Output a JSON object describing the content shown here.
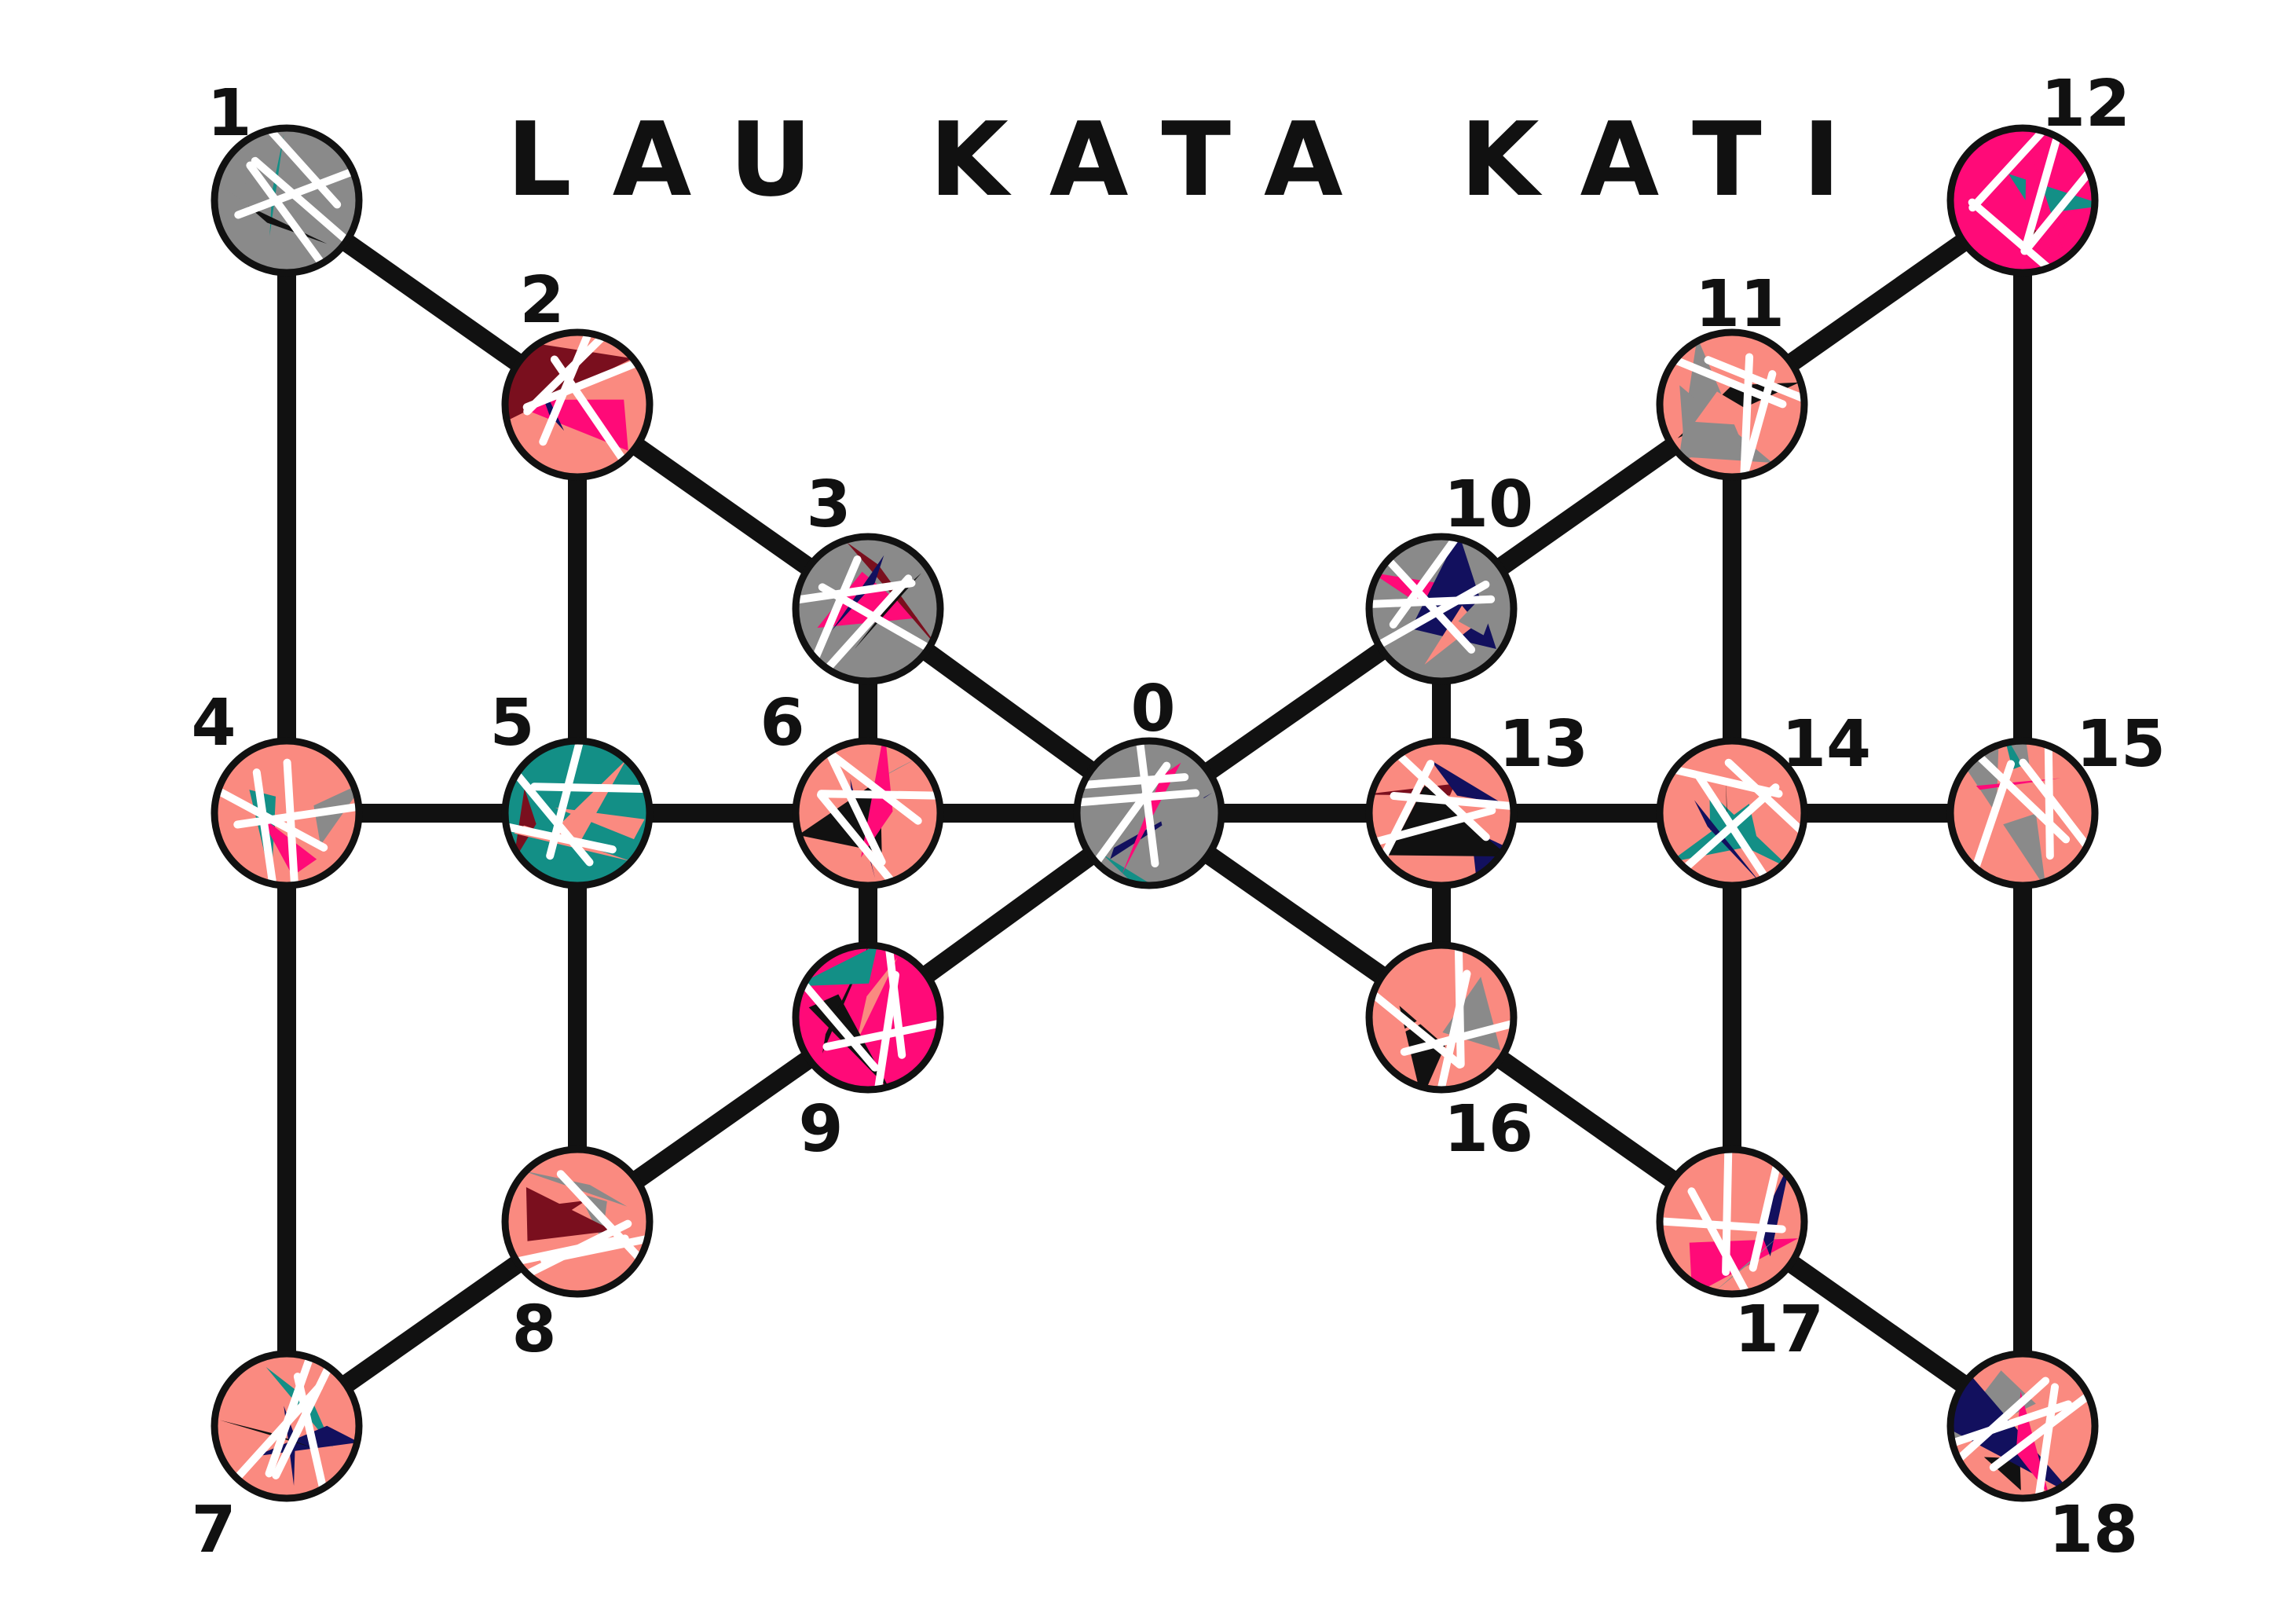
{
  "title": "LAU KATA KATI",
  "colors": {
    "line": "#111111",
    "background": "#ffffff",
    "pink": "#ff0a78",
    "salmon": "#fa8a80",
    "gray": "#8a8a8a",
    "teal": "#138f86",
    "navy": "#12105e",
    "maroon": "#7a0f1e",
    "black": "#111111"
  },
  "points": [
    {
      "label": "0",
      "fill": "gray"
    },
    {
      "label": "1",
      "fill": "gray"
    },
    {
      "label": "2",
      "fill": "salmon"
    },
    {
      "label": "3",
      "fill": "gray"
    },
    {
      "label": "4",
      "fill": "salmon"
    },
    {
      "label": "5",
      "fill": "teal"
    },
    {
      "label": "6",
      "fill": "salmon"
    },
    {
      "label": "7",
      "fill": "salmon"
    },
    {
      "label": "8",
      "fill": "salmon"
    },
    {
      "label": "9",
      "fill": "pink"
    },
    {
      "label": "10",
      "fill": "gray"
    },
    {
      "label": "11",
      "fill": "salmon"
    },
    {
      "label": "12",
      "fill": "pink"
    },
    {
      "label": "13",
      "fill": "salmon"
    },
    {
      "label": "14",
      "fill": "salmon"
    },
    {
      "label": "15",
      "fill": "salmon"
    },
    {
      "label": "16",
      "fill": "salmon"
    },
    {
      "label": "17",
      "fill": "salmon"
    },
    {
      "label": "18",
      "fill": "salmon"
    }
  ],
  "connections": [
    [
      1,
      2
    ],
    [
      2,
      3
    ],
    [
      3,
      0
    ],
    [
      0,
      9
    ],
    [
      9,
      8
    ],
    [
      8,
      7
    ],
    [
      1,
      4
    ],
    [
      4,
      7
    ],
    [
      2,
      5
    ],
    [
      5,
      8
    ],
    [
      3,
      6
    ],
    [
      6,
      9
    ],
    [
      4,
      5
    ],
    [
      5,
      6
    ],
    [
      6,
      0
    ],
    [
      0,
      10
    ],
    [
      10,
      11
    ],
    [
      11,
      12
    ],
    [
      0,
      16
    ],
    [
      16,
      17
    ],
    [
      17,
      18
    ],
    [
      12,
      15
    ],
    [
      15,
      18
    ],
    [
      11,
      14
    ],
    [
      14,
      17
    ],
    [
      10,
      13
    ],
    [
      13,
      16
    ],
    [
      0,
      13
    ],
    [
      13,
      14
    ],
    [
      14,
      15
    ]
  ]
}
